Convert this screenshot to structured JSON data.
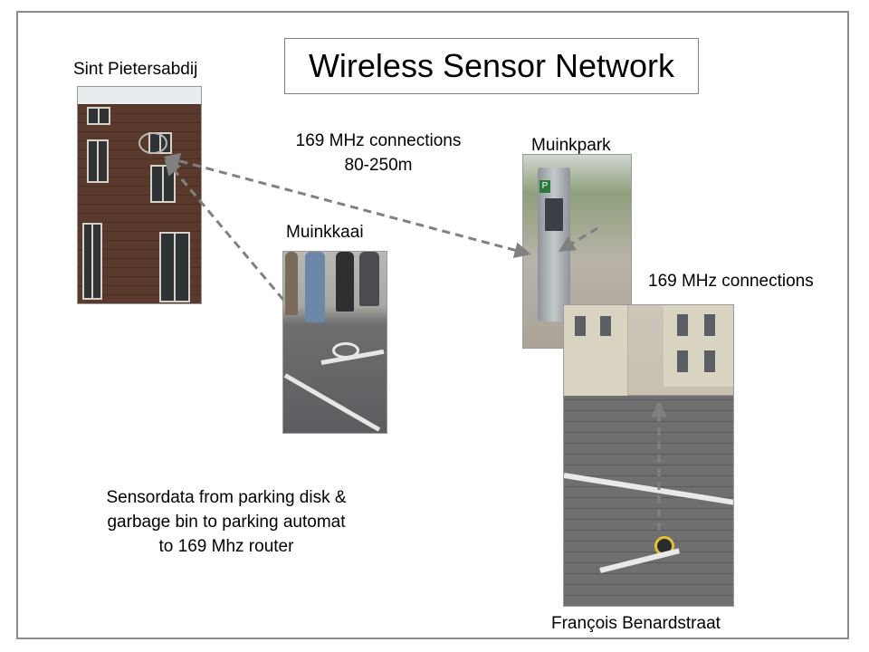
{
  "title": "Wireless Sensor Network",
  "labels": {
    "abbey": "Sint Pietersabdij",
    "kaai": "Muinkkaai",
    "park": "Muinkpark",
    "straat": "François Benardstraat",
    "connections_top_line1": "169 MHz connections",
    "connections_top_line2": "80-250m",
    "connections_right": "169 MHz connections",
    "description_line1": "Sensordata from parking disk &",
    "description_line2": "garbage bin to parking automat",
    "description_line3": "to 169 Mhz router"
  },
  "colors": {
    "arrow": "#808080",
    "border": "#8c8c8c"
  }
}
